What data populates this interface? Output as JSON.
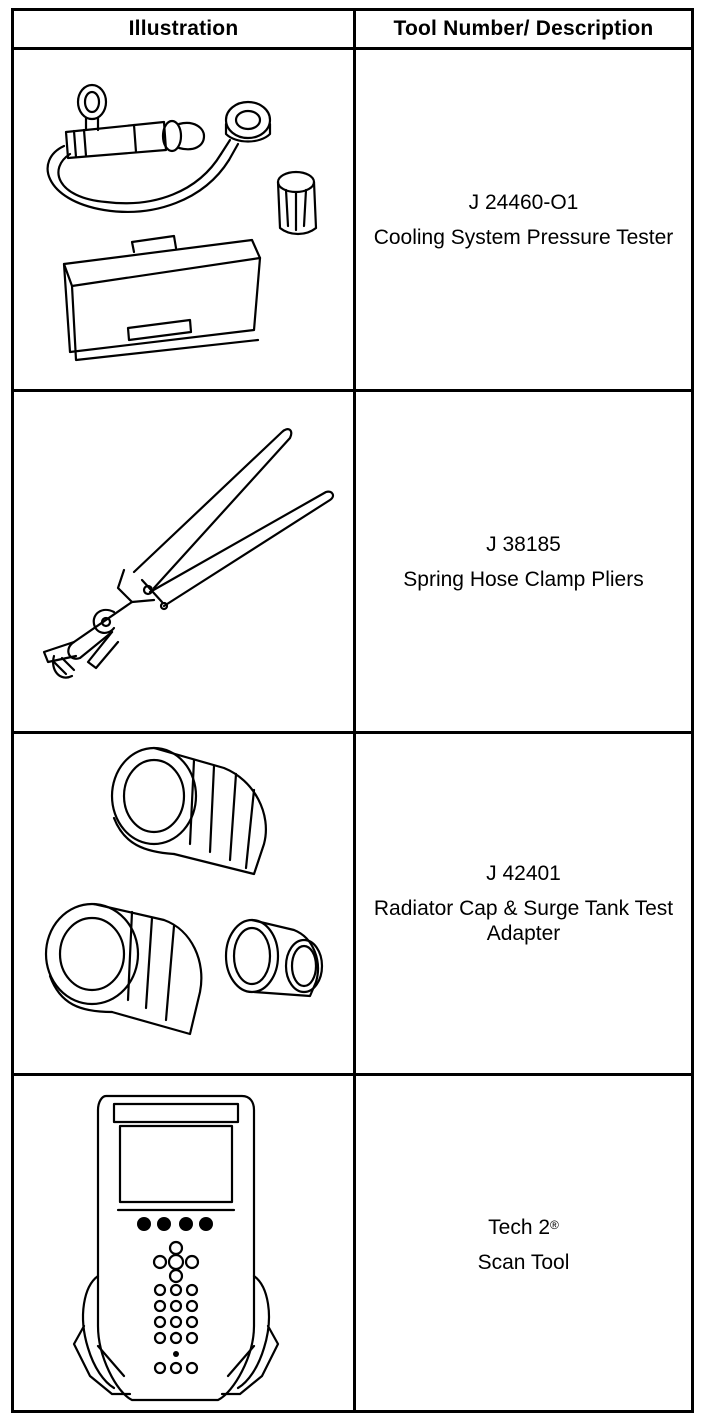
{
  "headers": {
    "illustration": "Illustration",
    "tool": "Tool Number/ Description"
  },
  "rows": [
    {
      "number": "J 24460-O1",
      "description": "Cooling System Pressure Tester",
      "illustration_icon": "pressure-tester-kit-icon"
    },
    {
      "number": "J 38185",
      "description": "Spring Hose Clamp Pliers",
      "illustration_icon": "hose-clamp-pliers-icon"
    },
    {
      "number": "J 42401",
      "description": "Radiator Cap & Surge Tank Test Adapter",
      "illustration_icon": "test-adapters-icon"
    },
    {
      "number": "Tech 2",
      "number_mark": "®",
      "description": "Scan Tool",
      "illustration_icon": "scan-tool-icon"
    }
  ]
}
